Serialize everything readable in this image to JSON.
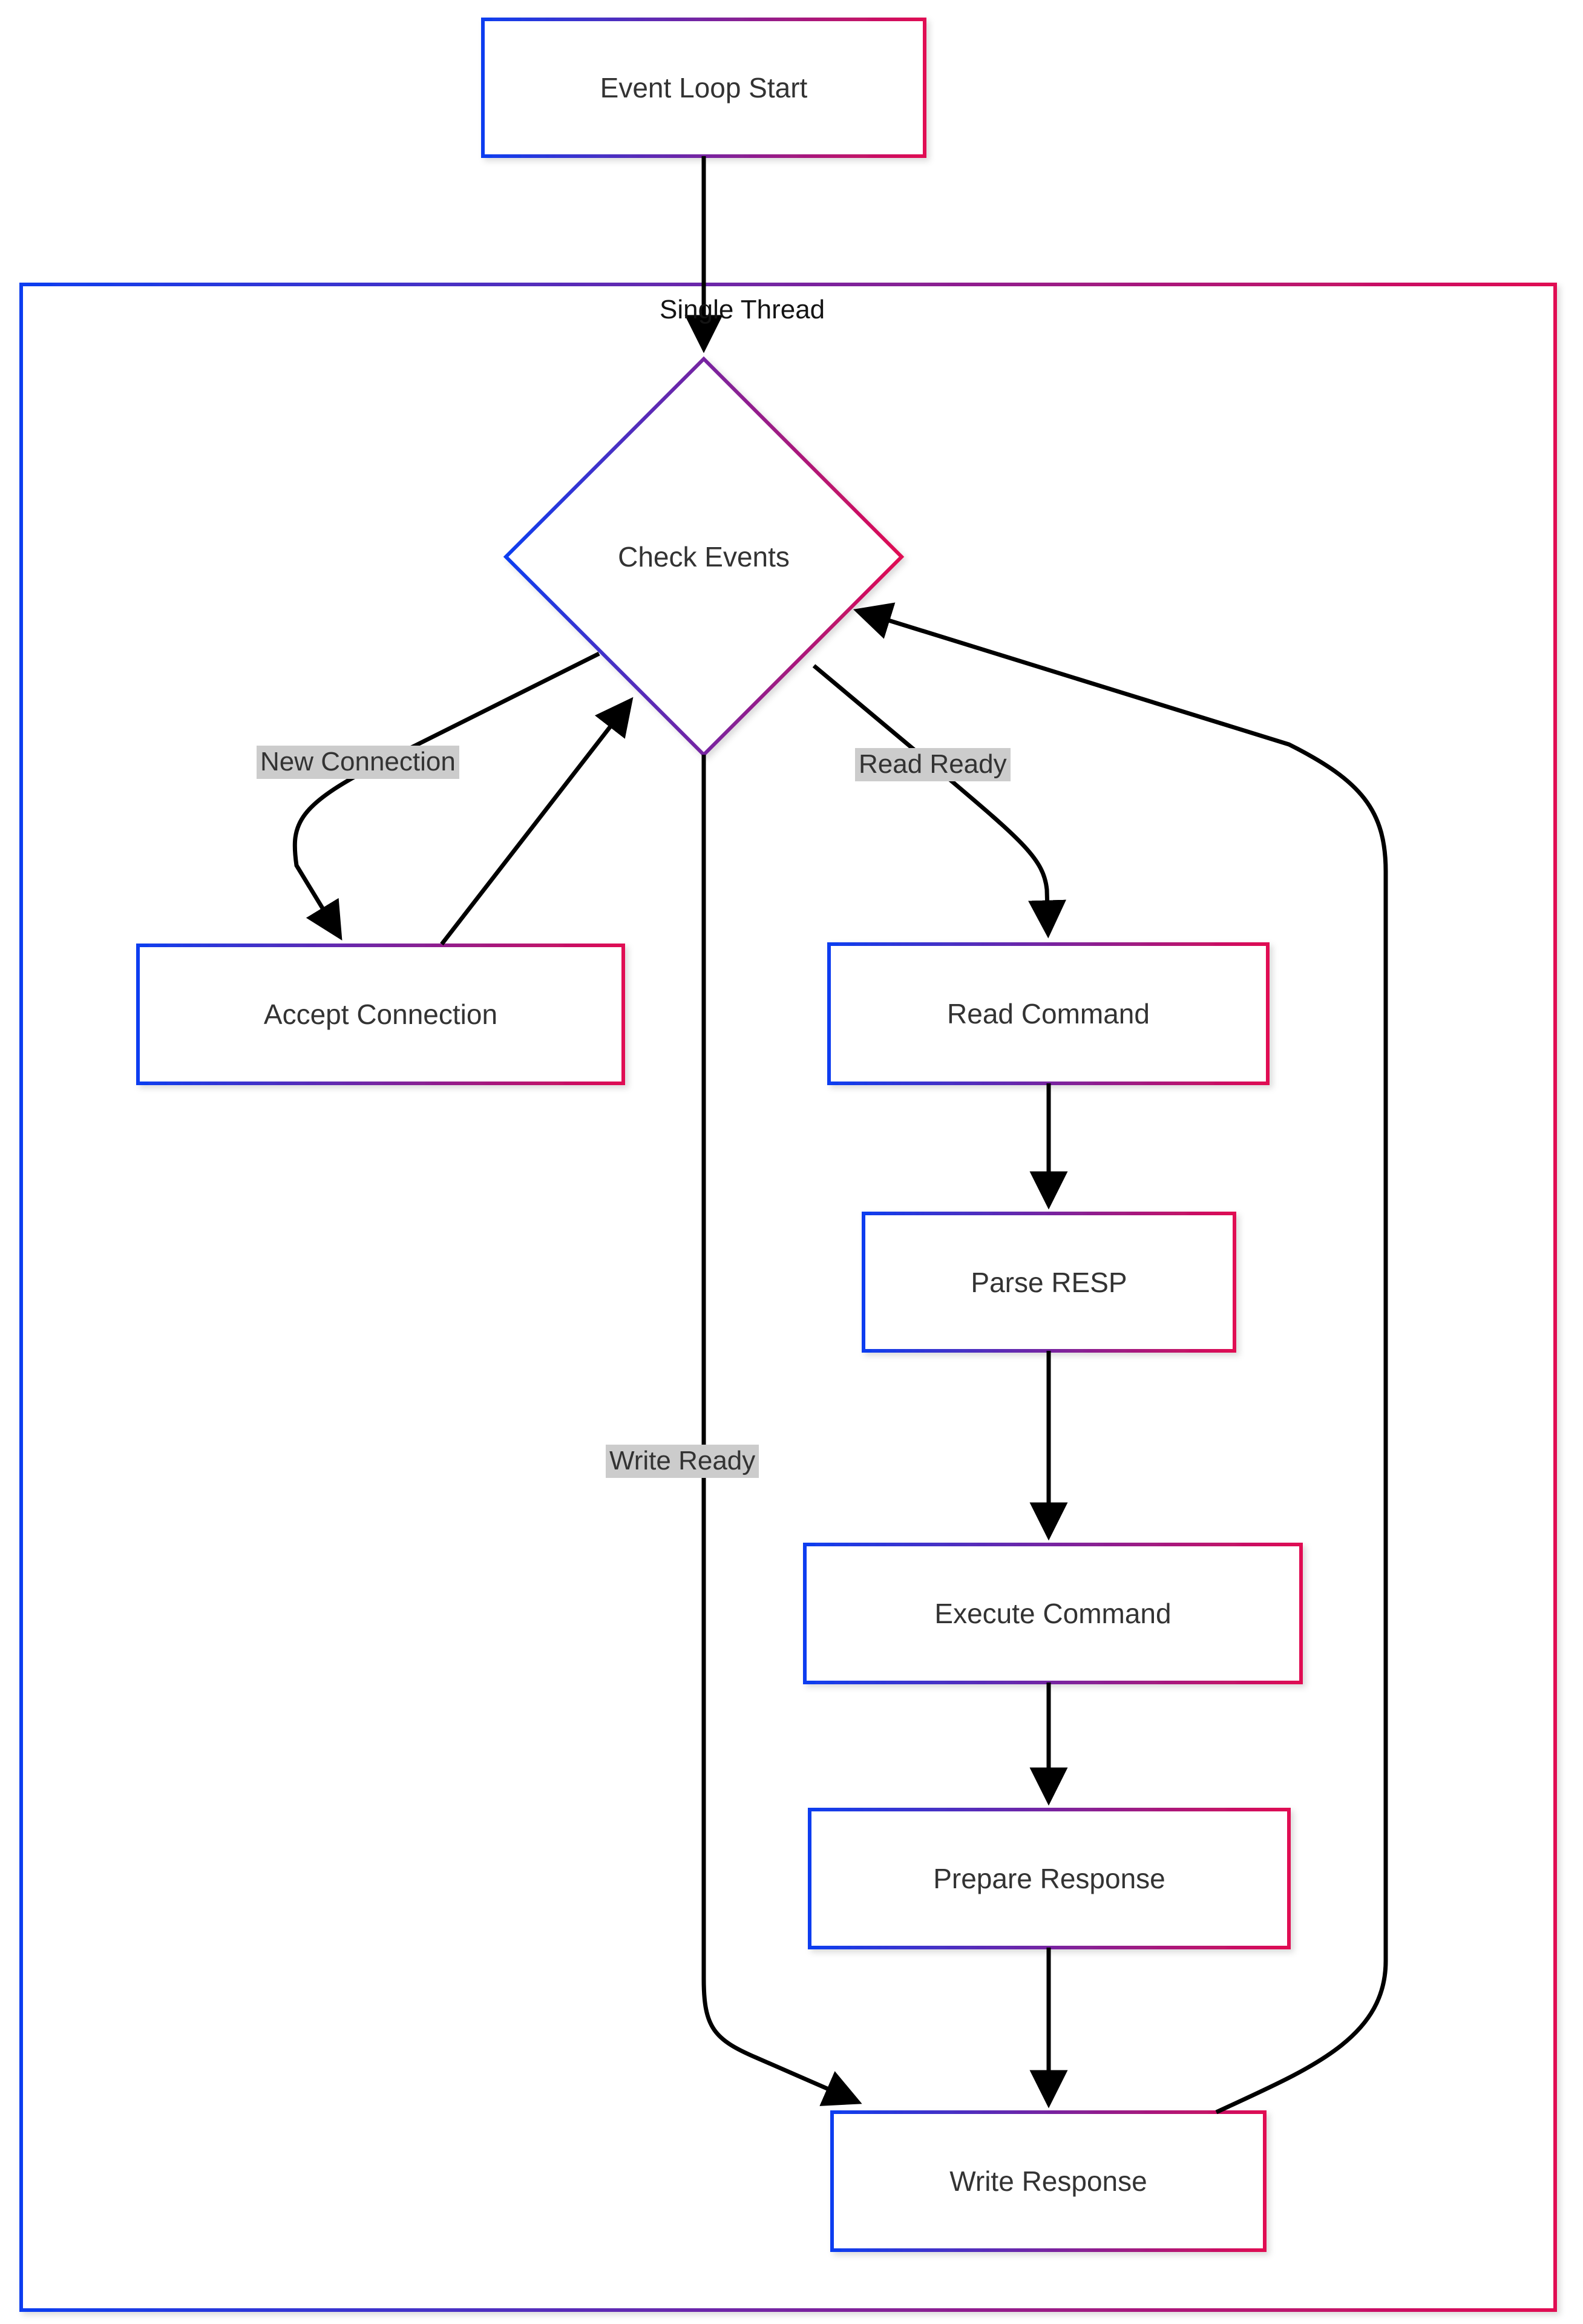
{
  "diagram": {
    "title": "Event Loop Start",
    "type": "flowchart",
    "direction": "top-down",
    "background": "#ffffff",
    "colors": {
      "stroke_start": "#0d3ef0",
      "stroke_end": "#e00b52",
      "node_fill": "#ffffff",
      "text": "#333333",
      "edge_line": "#000000",
      "edge_label_bg": "#cccccc"
    },
    "cluster": {
      "id": "single-thread",
      "label": "Single Thread"
    },
    "nodes": [
      {
        "id": "event-loop-start",
        "label": "Event Loop Start",
        "shape": "rect"
      },
      {
        "id": "check-events",
        "label": "Check Events",
        "shape": "diamond"
      },
      {
        "id": "accept-connection",
        "label": "Accept Connection",
        "shape": "rect"
      },
      {
        "id": "read-command",
        "label": "Read Command",
        "shape": "rect"
      },
      {
        "id": "parse-resp",
        "label": "Parse RESP",
        "shape": "rect"
      },
      {
        "id": "execute-command",
        "label": "Execute Command",
        "shape": "rect"
      },
      {
        "id": "prepare-response",
        "label": "Prepare Response",
        "shape": "rect"
      },
      {
        "id": "write-response",
        "label": "Write Response",
        "shape": "rect"
      }
    ],
    "edges": [
      {
        "from": "event-loop-start",
        "to": "check-events",
        "label": ""
      },
      {
        "from": "check-events",
        "to": "accept-connection",
        "label": "New Connection"
      },
      {
        "from": "accept-connection",
        "to": "check-events",
        "label": ""
      },
      {
        "from": "check-events",
        "to": "read-command",
        "label": "Read Ready"
      },
      {
        "from": "check-events",
        "to": "write-response",
        "label": "Write Ready"
      },
      {
        "from": "read-command",
        "to": "parse-resp",
        "label": ""
      },
      {
        "from": "parse-resp",
        "to": "execute-command",
        "label": ""
      },
      {
        "from": "execute-command",
        "to": "prepare-response",
        "label": ""
      },
      {
        "from": "prepare-response",
        "to": "write-response",
        "label": ""
      },
      {
        "from": "write-response",
        "to": "check-events",
        "label": ""
      }
    ],
    "edge_labels": {
      "new_connection": "New Connection",
      "read_ready": "Read Ready",
      "write_ready": "Write Ready"
    }
  }
}
